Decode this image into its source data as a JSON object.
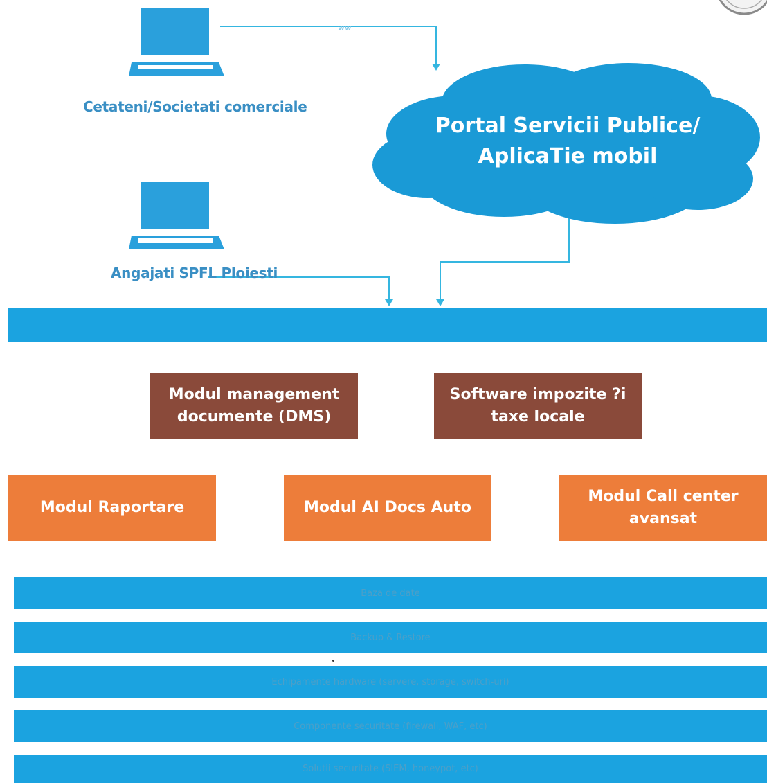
{
  "colors": {
    "accent_blue": "#1ba3e0",
    "caption_blue": "#3a8fc4",
    "brown": "#8a4a3a",
    "orange": "#ed7d3a",
    "cloud": "#1a9ad6"
  },
  "top": {
    "www_label": "ww ",
    "citizens_label": "Cetateni/Societati comerciale",
    "employees_label": "Angajati SPFL Ploiesti"
  },
  "cloud": {
    "line1": "Portal Servicii Publice/",
    "line2": "AplicaTie mobil"
  },
  "modules": {
    "dms": "Modul management documente (DMS)",
    "taxes": "Software impozite ?i taxe locale",
    "reporting": "Modul Raportare",
    "ai_docs": "Modul AI Docs Auto",
    "call_center": "Modul Call center avansat"
  },
  "layers": [
    "Baza de date",
    "Backup & Restore",
    "Echipamente hardware (servere, storage, switch-uri)",
    "Componente securitate (firewall, WAF, etc)",
    "Solutii securitate (SIEM, honeypot, etc)"
  ]
}
